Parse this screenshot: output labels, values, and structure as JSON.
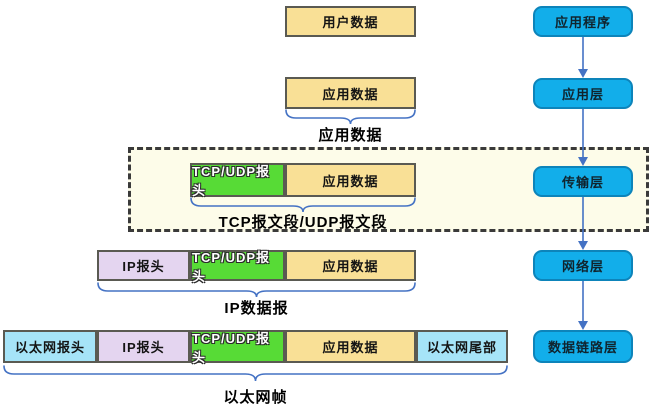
{
  "boxes": {
    "user_data": "用户数据",
    "app_data": "应用数据",
    "tcp_udp_header": "TCP/UDP报头",
    "ip_header": "IP报头",
    "eth_header": "以太网报头",
    "eth_trailer": "以太网尾部"
  },
  "brace_labels": {
    "app_data": "应用数据",
    "tcp_udp_segment": "TCP报文段/UDP报文段",
    "ip_datagram": "IP数据报",
    "eth_frame": "以太网帧"
  },
  "protocol_stack": {
    "items": [
      {
        "label": "应用程序"
      },
      {
        "label": "应用层"
      },
      {
        "label": "传输层"
      },
      {
        "label": "网络层"
      },
      {
        "label": "数据链路层"
      }
    ]
  },
  "colors": {
    "data_box_yellow": "#F9E096",
    "tcp_header_green": "#57DB36",
    "ip_header_purple": "#E4D5F0",
    "ethernet_blue": "#A6E4F8",
    "stack_box_cyan": "#12AEEA",
    "dashed_region_bg": "#FDFCE9",
    "brace_arrow_blue": "#4472C4"
  }
}
